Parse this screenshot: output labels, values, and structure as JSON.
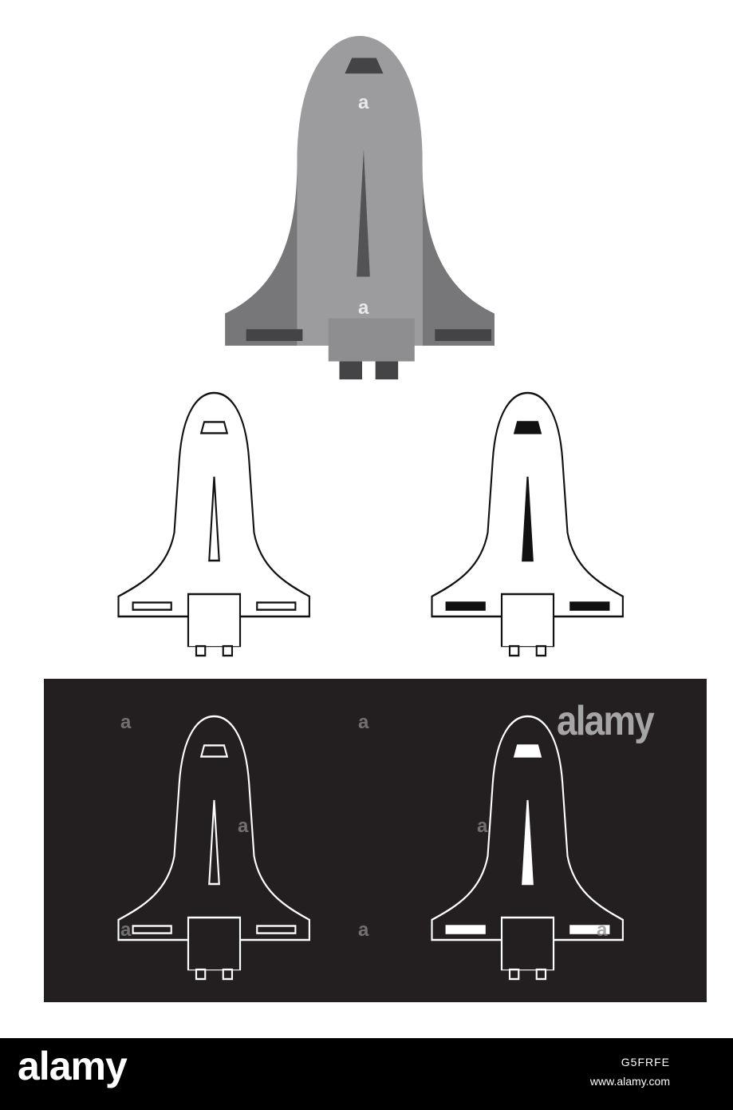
{
  "footer": {
    "brand": "alamy",
    "image_id": "G5FRFE",
    "url": "www.alamy.com"
  },
  "watermark": {
    "brand": "alamy",
    "glyph": "a"
  },
  "shuttles": [
    {
      "name": "shuttle-gray-filled",
      "style": "filled gray"
    },
    {
      "name": "shuttle-outline-white",
      "style": "black outline, white fill"
    },
    {
      "name": "shuttle-outline-black-accents",
      "style": "black outline with black accents"
    },
    {
      "name": "shuttle-white-outline-on-dark",
      "style": "white outline on dark"
    },
    {
      "name": "shuttle-white-accents-on-dark",
      "style": "white outline with white accents on dark"
    }
  ],
  "colors": {
    "gray_body": "#9c9c9f",
    "gray_wing": "#77777a",
    "gray_dark": "#444446",
    "panel": "#231f20",
    "footer": "#000000"
  }
}
